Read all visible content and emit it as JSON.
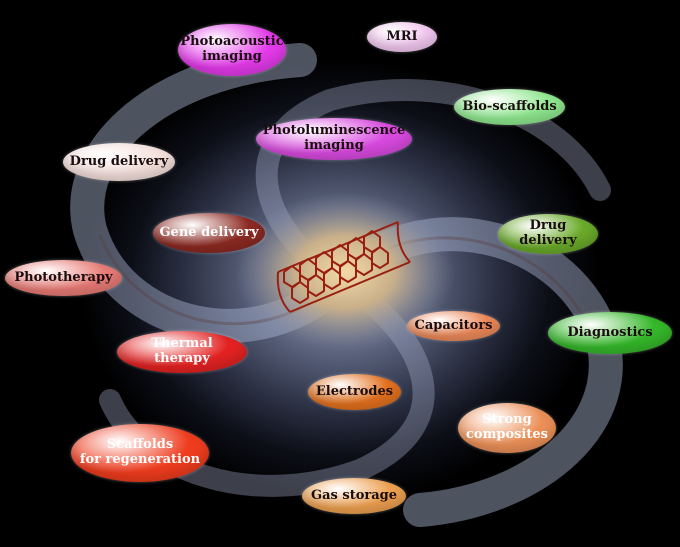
{
  "center_structure": {
    "icon": "carbon-nanotube-icon"
  },
  "labels": {
    "photoacoustic": {
      "text": "Photoacoustic\nimaging",
      "color": "#e23ae8"
    },
    "mri": {
      "text": "MRI",
      "color": "#f4c9f2"
    },
    "bio_scaffolds": {
      "text": "Bio-scaffolds",
      "color": "#8fe88f"
    },
    "photoluminescence": {
      "text": "Photoluminescence\nimaging",
      "color": "#d94ae0"
    },
    "drug_delivery_left": {
      "text": "Drug delivery",
      "color": "#f5e0dc"
    },
    "gene_delivery": {
      "text": "Gene delivery",
      "color": "#8c2a22"
    },
    "drug_delivery_right": {
      "text": "Drug delivery",
      "color": "#6aaa2a"
    },
    "phototherapy": {
      "text": "Phototherapy",
      "color": "#e97b76"
    },
    "capacitors": {
      "text": "Capacitors",
      "color": "#ee8a5a"
    },
    "diagnostics": {
      "text": "Diagnostics",
      "color": "#35b82a"
    },
    "thermal_therapy": {
      "text": "Thermal therapy",
      "color": "#e42222"
    },
    "electrodes": {
      "text": "Electrodes",
      "color": "#e3711e"
    },
    "strong_composites": {
      "text": "Strong\ncomposites",
      "color": "#ec9058"
    },
    "scaffolds_regeneration": {
      "text": "Scaffolds\nfor regeneration",
      "color": "#ee3c1e"
    },
    "gas_storage": {
      "text": "Gas storage",
      "color": "#eea050"
    }
  }
}
